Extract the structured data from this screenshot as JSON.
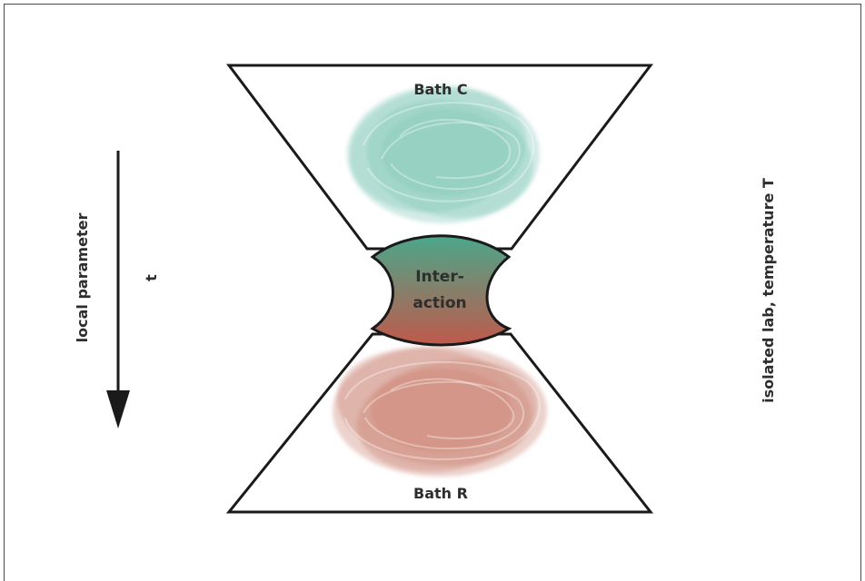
{
  "labels": {
    "bath_top": "Bath C",
    "bath_bottom": "Bath R",
    "interaction_line1": "Inter-",
    "interaction_line2": "action",
    "axis_label": "local parameter",
    "axis_symbol": "t",
    "side_label": "isolated lab, temperature T"
  },
  "colors": {
    "bath_top": "#7fc6b4",
    "bath_bottom": "#c97d6c",
    "interaction_top": "#4aa78a",
    "interaction_bottom": "#c0594b",
    "outline": "#1a1a1a",
    "text": "#2e2e2e"
  }
}
